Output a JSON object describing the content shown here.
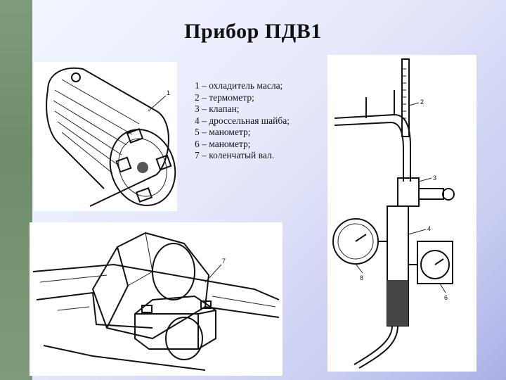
{
  "slide": {
    "title": "Прибор ПДВ1",
    "legend": [
      "1 – охладитель масла;",
      "2 – термометр;",
      "3 – клапан;",
      "4 – дроссельная шайба;",
      "5 – манометр;",
      "6 – манометр;",
      "7 – коленчатый вал."
    ]
  },
  "figures": {
    "oil_cooler_callout": "1",
    "crankshaft_callout": "7",
    "assembly_callouts": [
      "2",
      "3",
      "4",
      "8",
      "6"
    ]
  },
  "colors": {
    "sidebar": "#7e9c7a",
    "background": "#e6e9fb",
    "text": "#111111"
  }
}
